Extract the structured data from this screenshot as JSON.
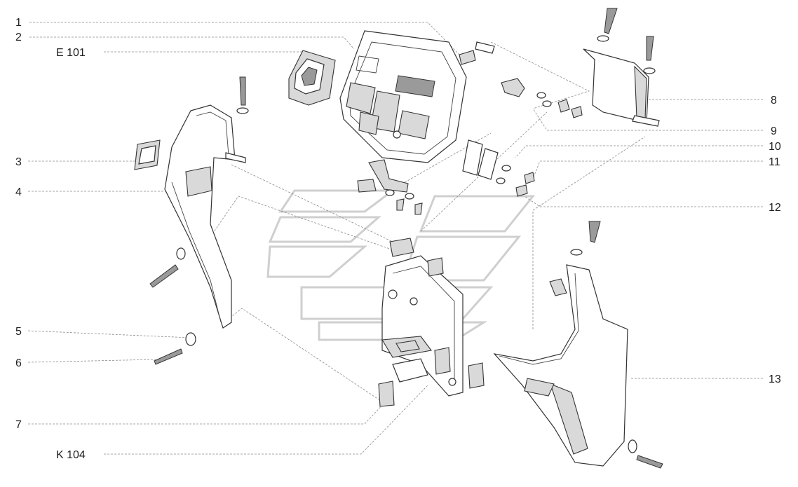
{
  "callouts": [
    {
      "id": "c1",
      "text": "1"
    },
    {
      "id": "c2",
      "text": "2"
    },
    {
      "id": "c3",
      "text": "E 101"
    },
    {
      "id": "c4",
      "text": "3"
    },
    {
      "id": "c5",
      "text": "4"
    },
    {
      "id": "c6",
      "text": "5"
    },
    {
      "id": "c7",
      "text": "6"
    },
    {
      "id": "c8",
      "text": "7"
    },
    {
      "id": "c9",
      "text": "K 104"
    },
    {
      "id": "c10",
      "text": "8"
    },
    {
      "id": "c11",
      "text": "9"
    },
    {
      "id": "c12",
      "text": "10"
    },
    {
      "id": "c13",
      "text": "11"
    },
    {
      "id": "c14",
      "text": "12"
    },
    {
      "id": "c15",
      "text": "13"
    }
  ],
  "colors": {
    "line": "#333333",
    "leader": "#8a8a8a",
    "shade": "#d9d9d9",
    "watermark": "#cfcfcf"
  }
}
